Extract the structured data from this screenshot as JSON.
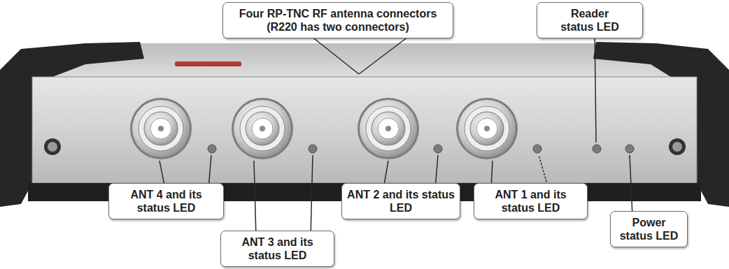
{
  "diagram": {
    "nodes": [
      {
        "text": [
          "Four RP-TNC RF antenna connectors (R220 has two connectors)"
        ]
      },
      {
        "text": [
          "Reader status LED"
        ]
      },
      {
        "text": [
          "ANT 4 and its status LED"
        ]
      },
      {
        "text": [
          "ANT 2 and its status LED"
        ]
      },
      {
        "text": [
          "ANT 1 and its status LED"
        ]
      },
      {
        "text": [
          "Power status LED"
        ]
      },
      {
        "text": [
          "ANT 3 and its status LED"
        ]
      }
    ]
  }
}
